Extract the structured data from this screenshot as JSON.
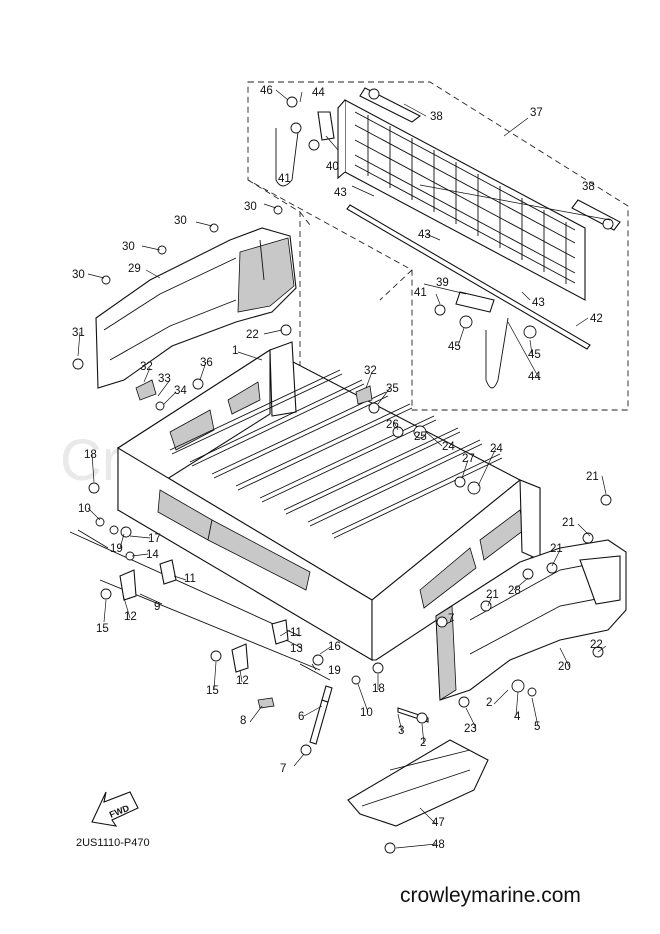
{
  "watermark": "Crowley Marine",
  "drawing_code": "2US1110-P470",
  "website": "crowleymarine.com",
  "fwd_label": "FWD",
  "callouts": [
    {
      "id": "c1",
      "label": "1"
    },
    {
      "id": "c2a",
      "label": "2"
    },
    {
      "id": "c2b",
      "label": "2"
    },
    {
      "id": "c3",
      "label": "3"
    },
    {
      "id": "c4",
      "label": "4"
    },
    {
      "id": "c5",
      "label": "5"
    },
    {
      "id": "c6",
      "label": "6"
    },
    {
      "id": "c7a",
      "label": "7"
    },
    {
      "id": "c7b",
      "label": "7"
    },
    {
      "id": "c8",
      "label": "8"
    },
    {
      "id": "c9",
      "label": "9"
    },
    {
      "id": "c10a",
      "label": "10"
    },
    {
      "id": "c10b",
      "label": "10"
    },
    {
      "id": "c11a",
      "label": "11"
    },
    {
      "id": "c11b",
      "label": "11"
    },
    {
      "id": "c12a",
      "label": "12"
    },
    {
      "id": "c12b",
      "label": "12"
    },
    {
      "id": "c13",
      "label": "13"
    },
    {
      "id": "c14",
      "label": "14"
    },
    {
      "id": "c15a",
      "label": "15"
    },
    {
      "id": "c15b",
      "label": "15"
    },
    {
      "id": "c16",
      "label": "16"
    },
    {
      "id": "c17",
      "label": "17"
    },
    {
      "id": "c18a",
      "label": "18"
    },
    {
      "id": "c18b",
      "label": "18"
    },
    {
      "id": "c19a",
      "label": "19"
    },
    {
      "id": "c19b",
      "label": "19"
    },
    {
      "id": "c20",
      "label": "20"
    },
    {
      "id": "c21a",
      "label": "21"
    },
    {
      "id": "c21b",
      "label": "21"
    },
    {
      "id": "c21c",
      "label": "21"
    },
    {
      "id": "c21d",
      "label": "21"
    },
    {
      "id": "c22a",
      "label": "22"
    },
    {
      "id": "c22b",
      "label": "22"
    },
    {
      "id": "c23",
      "label": "23"
    },
    {
      "id": "c24a",
      "label": "24"
    },
    {
      "id": "c24b",
      "label": "24"
    },
    {
      "id": "c25",
      "label": "25"
    },
    {
      "id": "c26",
      "label": "26"
    },
    {
      "id": "c27",
      "label": "27"
    },
    {
      "id": "c28",
      "label": "28"
    },
    {
      "id": "c29",
      "label": "29"
    },
    {
      "id": "c30a",
      "label": "30"
    },
    {
      "id": "c30b",
      "label": "30"
    },
    {
      "id": "c30c",
      "label": "30"
    },
    {
      "id": "c30d",
      "label": "30"
    },
    {
      "id": "c31",
      "label": "31"
    },
    {
      "id": "c32a",
      "label": "32"
    },
    {
      "id": "c32b",
      "label": "32"
    },
    {
      "id": "c33",
      "label": "33"
    },
    {
      "id": "c34",
      "label": "34"
    },
    {
      "id": "c35",
      "label": "35"
    },
    {
      "id": "c36",
      "label": "36"
    },
    {
      "id": "c37",
      "label": "37"
    },
    {
      "id": "c38a",
      "label": "38"
    },
    {
      "id": "c38b",
      "label": "38"
    },
    {
      "id": "c39",
      "label": "39"
    },
    {
      "id": "c40",
      "label": "40"
    },
    {
      "id": "c41a",
      "label": "41"
    },
    {
      "id": "c41b",
      "label": "41"
    },
    {
      "id": "c42",
      "label": "42"
    },
    {
      "id": "c43a",
      "label": "43"
    },
    {
      "id": "c43b",
      "label": "43"
    },
    {
      "id": "c43c",
      "label": "43"
    },
    {
      "id": "c44a",
      "label": "44"
    },
    {
      "id": "c44b",
      "label": "44"
    },
    {
      "id": "c45a",
      "label": "45"
    },
    {
      "id": "c45b",
      "label": "45"
    },
    {
      "id": "c46",
      "label": "46"
    },
    {
      "id": "c47",
      "label": "47"
    },
    {
      "id": "c48",
      "label": "48"
    }
  ]
}
